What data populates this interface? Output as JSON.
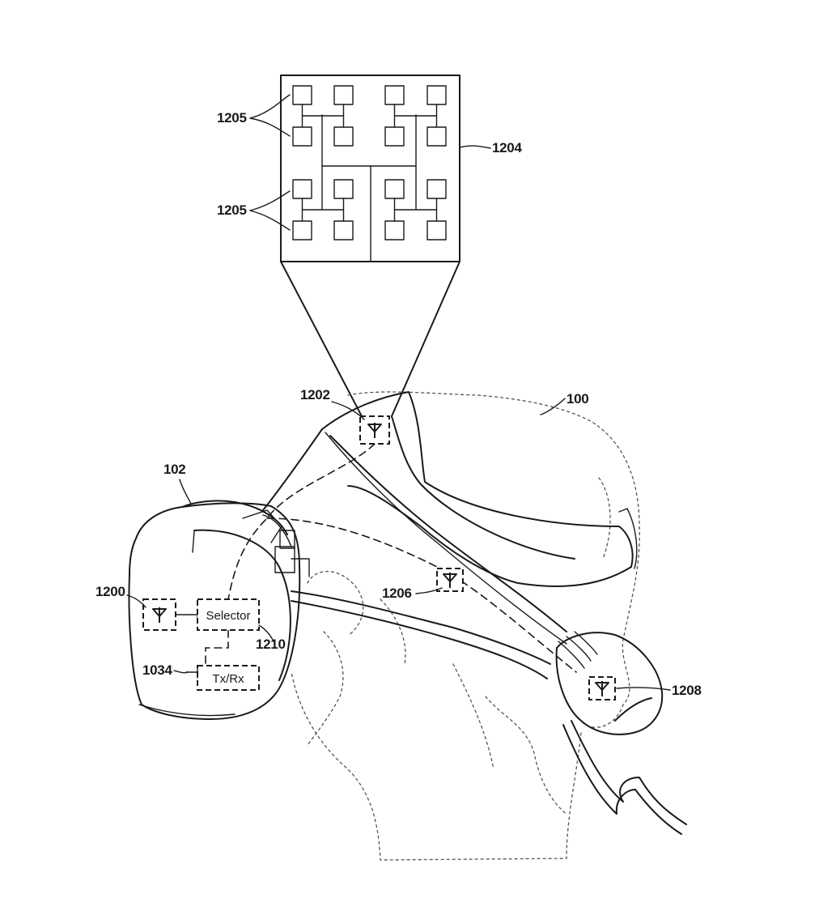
{
  "labels": {
    "ref_1205_top": "1205",
    "ref_1205_bottom": "1205",
    "ref_1204": "1204",
    "ref_1202": "1202",
    "ref_100": "100",
    "ref_102": "102",
    "ref_1206": "1206",
    "ref_1200": "1200",
    "ref_1210": "1210",
    "ref_1034": "1034",
    "ref_1208": "1208"
  },
  "boxes": {
    "selector": "Selector",
    "txrx": "Tx/Rx"
  },
  "icons": {
    "antenna": "antenna-icon",
    "antenna_array": "antenna-array-icon",
    "headset": "headset-icon",
    "head": "head-outline-icon"
  }
}
